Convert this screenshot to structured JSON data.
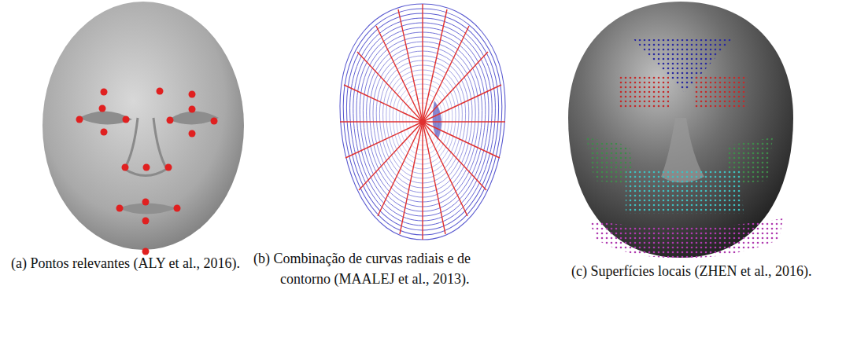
{
  "diagram": {
    "labels": [
      "(a) Pontos relevantes (ALY et al., 2016).",
      "(b) Combinação de curvas radiais e de contorno (MAALEJ et al., 2013).",
      "(c) Superfícies locais (ZHEN et al., 2016)."
    ]
  }
}
